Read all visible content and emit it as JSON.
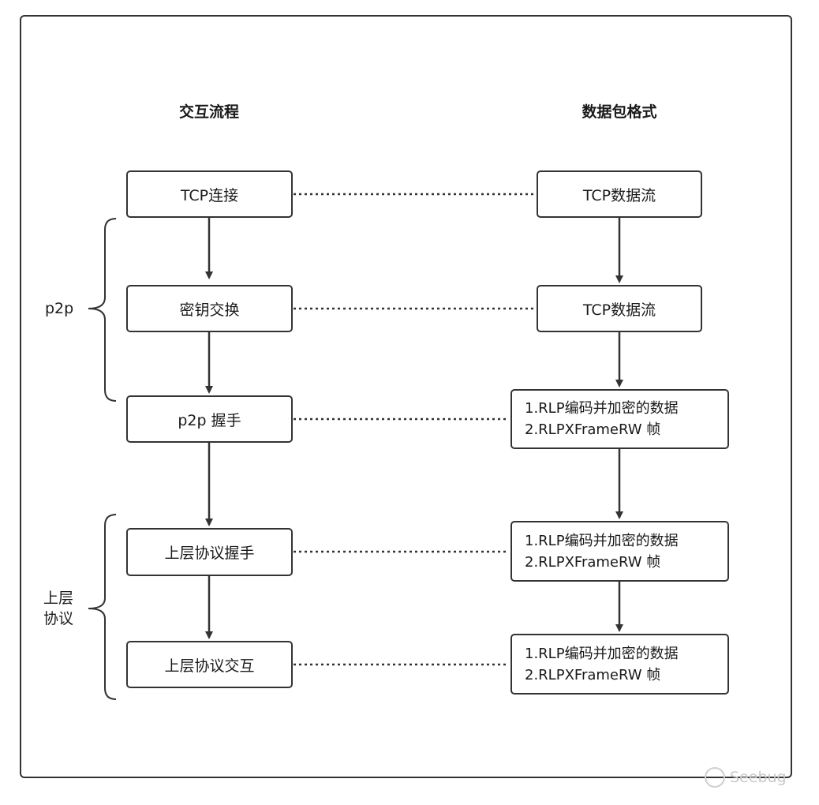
{
  "headers": {
    "left": "交互流程",
    "right": "数据包格式"
  },
  "flow": [
    {
      "label": "TCP连接"
    },
    {
      "label": "密钥交换"
    },
    {
      "label": "p2p 握手"
    },
    {
      "label": "上层协议握手"
    },
    {
      "label": "上层协议交互"
    }
  ],
  "packets": [
    {
      "line1": "TCP数据流"
    },
    {
      "line1": "TCP数据流"
    },
    {
      "line1": "1.RLP编码并加密的数据",
      "line2": "2.RLPXFrameRW 帧"
    },
    {
      "line1": "1.RLP编码并加密的数据",
      "line2": "2.RLPXFrameRW 帧"
    },
    {
      "line1": "1.RLP编码并加密的数据",
      "line2": "2.RLPXFrameRW 帧"
    }
  ],
  "groups": {
    "p2p": "p2p",
    "upper_line1": "上层",
    "upper_line2": "协议"
  },
  "watermark": "Seebug"
}
